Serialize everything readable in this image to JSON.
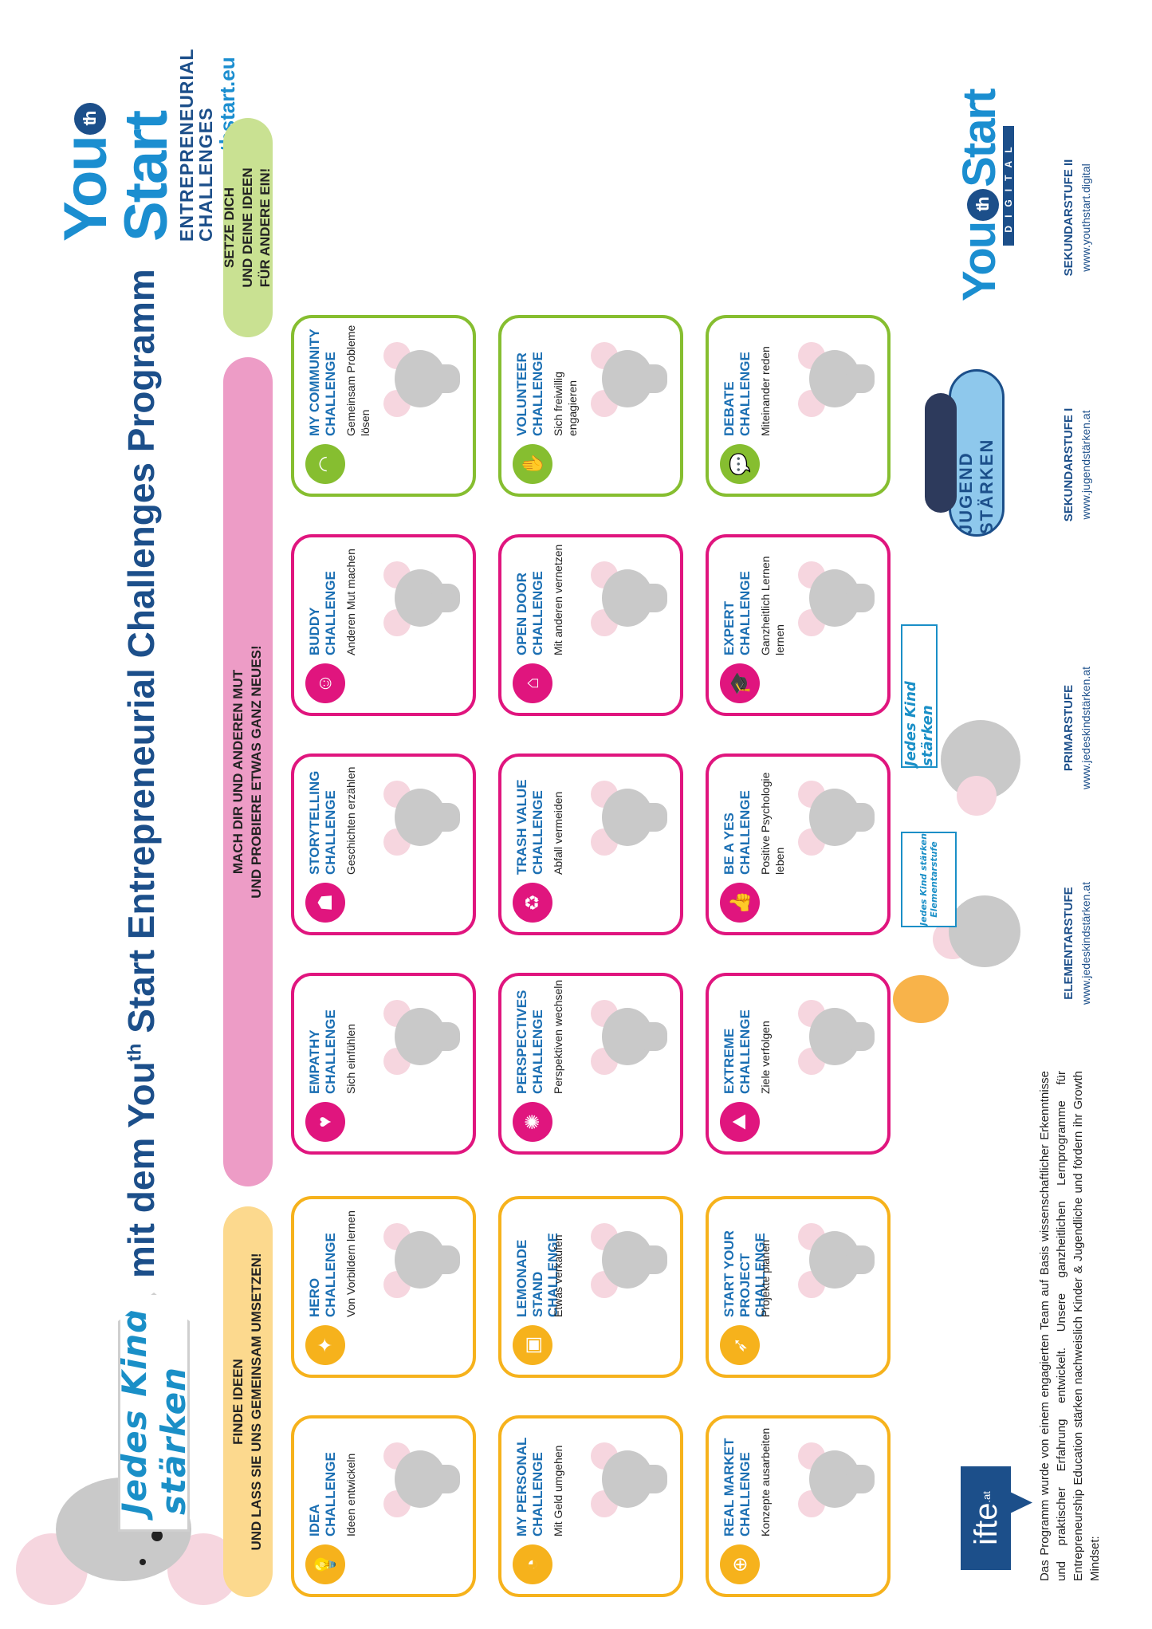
{
  "header": {
    "brand_sign": "Jedes Kind stärken",
    "title_prefix": "mit dem You",
    "title_sup": "th",
    "title_suffix": " Start Entrepreneurial Challenges Programm",
    "youthstart": {
      "word1": "You",
      "th": "th",
      "word2": "Start",
      "subtitle_line1": "ENTREPRENEURIAL",
      "subtitle_line2": "CHALLENGES",
      "url": "www.youthstart.eu"
    }
  },
  "sections": {
    "yellow": "FINDE IDEEN\nUND LASS SIE UNS GEMEINSAM UMSETZEN!",
    "pink": "MACH DIR UND ANDEREN MUT\nUND PROBIERE ETWAS GANZ NEUES!",
    "green": "SETZE DICH\nUND DEINE IDEEN\nFÜR ANDERE EIN!"
  },
  "challenges": [
    {
      "color": "y",
      "icon": "lightbulb-icon",
      "glyph": "💡",
      "title": "IDEA CHALLENGE",
      "desc": "Ideen entwickeln"
    },
    {
      "color": "y",
      "icon": "medal-icon",
      "glyph": "✦",
      "title": "HERO CHALLENGE",
      "desc": "Von Vorbildern lernen"
    },
    {
      "color": "p",
      "icon": "heart-icon",
      "glyph": "♥",
      "title": "EMPATHY CHALLENGE",
      "desc": "Sich einfühlen"
    },
    {
      "color": "p",
      "icon": "stage-icon",
      "glyph": "☗",
      "title": "STORYTELLING CHALLENGE",
      "desc": "Geschichten erzählen"
    },
    {
      "color": "p",
      "icon": "buddy-icon",
      "glyph": "☺",
      "title": "BUDDY CHALLENGE",
      "desc": "Anderen Mut machen"
    },
    {
      "color": "g",
      "icon": "community-icon",
      "glyph": "◠",
      "title": "MY COMMUNITY CHALLENGE",
      "desc": "Gemeinsam Probleme lösen"
    },
    {
      "color": "y",
      "icon": "piggy-bank-icon",
      "glyph": "◔",
      "title": "MY PERSONAL CHALLENGE",
      "desc": "Mit Geld umgehen"
    },
    {
      "color": "y",
      "icon": "stand-icon",
      "glyph": "▣",
      "title": "LEMONADE STAND CHALLENGE",
      "desc": "Etwas verkaufen"
    },
    {
      "color": "p",
      "icon": "globe-people-icon",
      "glyph": "✺",
      "title": "PERSPECTIVES CHALLENGE",
      "desc": "Perspektiven wechseln"
    },
    {
      "color": "p",
      "icon": "recycle-icon",
      "glyph": "♻",
      "title": "TRASH VALUE CHALLENGE",
      "desc": "Abfall vermeiden"
    },
    {
      "color": "p",
      "icon": "house-icon",
      "glyph": "⌂",
      "title": "OPEN DOOR CHALLENGE",
      "desc": "Mit anderen vernetzen"
    },
    {
      "color": "g",
      "icon": "hands-icon",
      "glyph": "✋",
      "title": "VOLUNTEER CHALLENGE",
      "desc": "Sich freiwillig engagieren"
    },
    {
      "color": "y",
      "icon": "market-icon",
      "glyph": "⊕",
      "title": "REAL MARKET CHALLENGE",
      "desc": "Konzepte ausarbeiten"
    },
    {
      "color": "y",
      "icon": "rocket-icon",
      "glyph": "➶",
      "title": "START YOUR PROJECT CHALLENGE",
      "desc": "Projekte planen"
    },
    {
      "color": "p",
      "icon": "climber-icon",
      "glyph": "⛰",
      "title": "EXTREME CHALLENGE",
      "desc": "Ziele verfolgen"
    },
    {
      "color": "p",
      "icon": "thumbs-up-icon",
      "glyph": "👍",
      "title": "BE A YES CHALLENGE",
      "desc": "Positive Psychologie leben"
    },
    {
      "color": "p",
      "icon": "graduation-cap-icon",
      "glyph": "🎓",
      "title": "EXPERT CHALLENGE",
      "desc": "Ganzheitlich Lernen lernen"
    },
    {
      "color": "g",
      "icon": "speech-bubbles-icon",
      "glyph": "💬",
      "title": "DEBATE CHALLENGE",
      "desc": "Miteinander reden"
    }
  ],
  "footer": {
    "ifte_logo": "ifte",
    "ifte_tld": ".at",
    "note": "Das Programm wurde von einem engagierten Team auf Basis wissenschaftlicher Erkenntnisse und praktischer Erfahrung entwickelt. Unsere ganzheitlichen Lernprogramme für Entrepreneurship Education stärken nachweislich Kinder & Jugendliche und fördern ihr Growth Mindset:",
    "levels": [
      {
        "name": "ELEMENTARSTUFE",
        "url": "www.jedeskindstärken.at"
      },
      {
        "name": "PRIMARSTUFE",
        "url": "www.jedeskindstärken.at"
      },
      {
        "name": "SEKUNDARSTUFE I",
        "url": "www.jugendstärken.at"
      },
      {
        "name": "SEKUNDARSTUFE II",
        "url": "www.youthstart.digital"
      }
    ],
    "sign_elementar_line1": "Jedes Kind stärken",
    "sign_elementar_line2": "Elementarstufe",
    "sign_primar": "Jedes Kind stärken",
    "skateboard_text": "JUGEND STÄRKEN",
    "digital_logo": {
      "word1": "You",
      "th": "th",
      "word2": "Start",
      "tag": "DIGITAL"
    }
  },
  "colors": {
    "yellow": "#f6b21c",
    "pink": "#e0157e",
    "green": "#86be30",
    "blue": "#1b6fb3",
    "navy": "#1c4f8a"
  }
}
